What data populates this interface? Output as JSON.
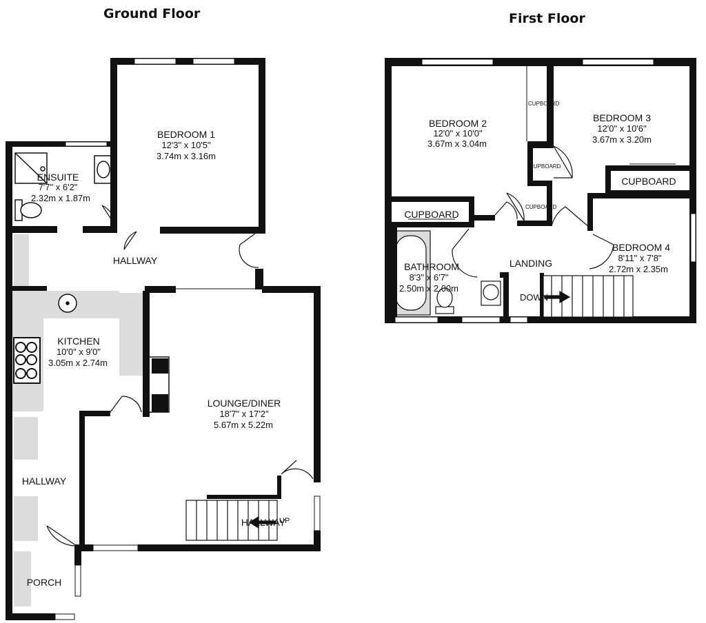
{
  "floors": {
    "ground": {
      "title": "Ground Floor",
      "rooms": {
        "bedroom1": {
          "name": "BEDROOM 1",
          "imperial": "12'3\"  x 10'5\"",
          "metric": "3.74m  x 3.16m"
        },
        "ensuite": {
          "name": "ENSUITE",
          "imperial": "7'7\"  x 6'2\"",
          "metric": "2.32m  x 1.87m"
        },
        "hallway_upper": {
          "name": "HALLWAY"
        },
        "kitchen": {
          "name": "KITCHEN",
          "imperial": "10'0\"  x 9'0\"",
          "metric": "3.05m  x 2.74m"
        },
        "lounge": {
          "name": "LOUNGE/DINER",
          "imperial": "18'7\"  x 17'2\"",
          "metric": "5.67m  x 5.22m"
        },
        "hallway_lower": {
          "name": "HALLWAY"
        },
        "porch": {
          "name": "PORCH"
        },
        "stairs_hallway": {
          "name": "HALLWAY"
        },
        "stairs": {
          "label": "UP"
        }
      }
    },
    "first": {
      "title": "First Floor",
      "rooms": {
        "bedroom2": {
          "name": "BEDROOM 2",
          "imperial": "12'0\"  x 10'0\"",
          "metric": "3.67m  x 3.04m"
        },
        "bedroom3": {
          "name": "BEDROOM 3",
          "imperial": "12'0\"  x 10'6\"",
          "metric": "3.67m  x 3.20m"
        },
        "bedroom4": {
          "name": "BEDROOM 4",
          "imperial": "8'11\"  x 7'8\"",
          "metric": "2.72m  x 2.35m"
        },
        "bathroom": {
          "name": "BATHROOM",
          "imperial": "8'3\"  x 6'7\"",
          "metric": "2.50m  x 2.00m"
        },
        "landing": {
          "name": "LANDING"
        },
        "cupboard_b2": {
          "name": "CUPBOARD"
        },
        "cupboard_b3": {
          "name": "CUPBOARD"
        },
        "cupboard_small_1": {
          "name": "CUPBOARD"
        },
        "cupboard_small_2": {
          "name": "CUPBOARD"
        },
        "cupboard_small_3": {
          "name": "CUPBOARD"
        },
        "stairs": {
          "label": "DOWN"
        }
      }
    }
  },
  "colors": {
    "wall": "#111111",
    "fixture": "#dcdcdc",
    "window": "#ffffff"
  }
}
